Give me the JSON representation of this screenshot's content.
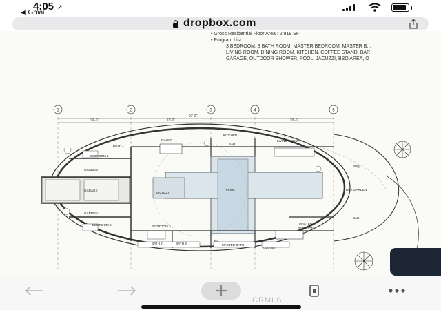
{
  "status_bar": {
    "time": "4:05",
    "location_arrow": "↗",
    "back_app": "◀ Gmail"
  },
  "browser": {
    "url": "dropbox.com"
  },
  "document": {
    "notes": [
      "• Gross Residential Floor Area : 2,918 SF",
      "• Program List:",
      "3 BEDROOM, 3 BATH ROOM,  MASTER BEDROOM, MASTER B...",
      "LIVING ROOM, DINING ROOM, KITCHEN, COFFEE STAND, BAR",
      "GARAGE, OUTDOOR SHOWER, POOL, JACUZZI, BBQ AREA, O"
    ],
    "grid_labels": [
      "1",
      "2",
      "3",
      "4",
      "5"
    ],
    "rooms": {
      "bedroom1": "BEDROOM 1",
      "bath1": "BATH 1",
      "garden_top": "GARDEN",
      "garage": "GARAGE",
      "garden_bottom": "GARDEN",
      "bedroom2": "BEDROOM 2",
      "bedroom3": "BEDROOM 3",
      "bath2": "BATH 2",
      "bath3": "BATH 3",
      "dining": "DINING",
      "kitchen": "KITCHEN",
      "bar": "BAR",
      "living_room": "LIVING ROOM",
      "jacuzzi": "JACUZZI",
      "pool": "POOL",
      "bbq": "BBQ",
      "dry_garden": "DRY GARDEN",
      "bar_outdoor": "BAR",
      "master_bedroom_1": "MASTER",
      "master_bedroom_2": "BEDROOM",
      "master_bath": "MASTER BATH",
      "closet": "CLOSET",
      "wc": "WC"
    },
    "dims": {
      "total": "60'-0\"",
      "d1": "19'-6\"",
      "d2": "11'-0\"",
      "d3": "18'-6\""
    }
  },
  "toolbar": {
    "back_icon": "arrow-left",
    "forward_icon": "arrow-right",
    "add_icon": "plus",
    "tabs_icon": "tabs",
    "more_icon": "ellipsis"
  },
  "watermark": "CRMLS"
}
